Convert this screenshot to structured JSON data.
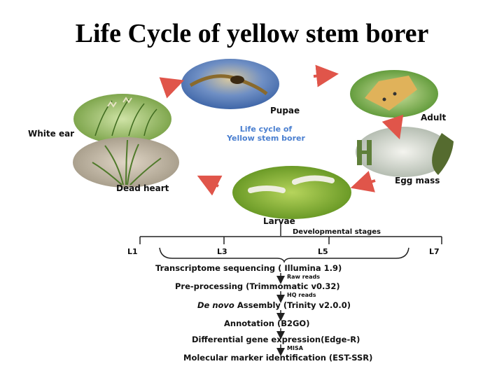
{
  "title": "Life Cycle of yellow stem borer",
  "cycle": {
    "center_line1": "Life cycle of",
    "center_line2": "Yellow stem borer",
    "stages": {
      "pupae": "Pupae",
      "adult": "Adult",
      "egg_mass": "Egg mass",
      "larvae": "Larvae",
      "dead_heart": "Dead heart",
      "white_ear": "White ear"
    }
  },
  "pipeline": {
    "developmental_label": "Developmental stages",
    "larval_stages": [
      "L1",
      "L3",
      "L5",
      "L7"
    ],
    "steps": [
      {
        "prefix": "",
        "text": "Transcriptome sequencing   ( Illumina 1.9)"
      },
      {
        "prefix": "",
        "text": "Pre-processing (Trimmomatic v0.32)"
      },
      {
        "prefix": "De novo",
        "text": " Assembly (Trinity v2.0.0)"
      },
      {
        "prefix": "",
        "text": "Annotation (B2GO)"
      },
      {
        "prefix": "",
        "text": "Differential gene expression(Edge-R)"
      },
      {
        "prefix": "",
        "text": "Molecular marker identification (EST-SSR)"
      }
    ],
    "connectors": [
      "Raw reads",
      "HQ reads",
      "",
      "",
      "MISA"
    ]
  },
  "colors": {
    "arrow": "#e0554a",
    "center_text": "#4a7fd0",
    "leaf_green": "#6fa83a",
    "sky_blue": "#5f86c8"
  }
}
